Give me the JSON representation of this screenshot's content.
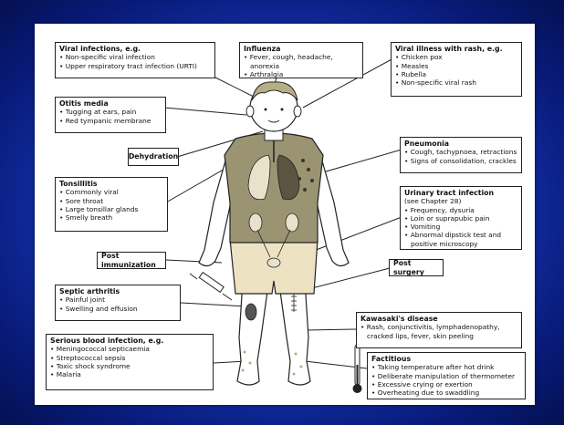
{
  "diagram": {
    "boxes": [
      {
        "key": "viral",
        "title": "Viral infections, e.g.",
        "items": [
          "Non-specific viral infection",
          "Upper respiratory tract infection (URTI)"
        ]
      },
      {
        "key": "influenza",
        "title": "Influenza",
        "items": [
          "Fever, cough, headache, anorexia",
          "Arthralgia"
        ]
      },
      {
        "key": "rash",
        "title": "Viral illness with rash, e.g.",
        "items": [
          "Chicken pox",
          "Measles",
          "Rubella",
          "Non-specific viral rash"
        ]
      },
      {
        "key": "otitis",
        "title": "Otitis media",
        "items": [
          "Tugging at ears, pain",
          "Red tympanic membrane"
        ]
      },
      {
        "key": "pneumonia",
        "title": "Pneumonia",
        "items": [
          "Cough, tachypnoea, retractions",
          "Signs of consolidation, crackles"
        ]
      },
      {
        "key": "dehydration",
        "title": "Dehydration",
        "items": []
      },
      {
        "key": "uti",
        "title": "Urinary tract infection",
        "subtitle": "(see Chapter 28)",
        "items": [
          "Frequency, dysuria",
          "Loin or suprapubic pain",
          "Vomiting",
          "Abnormal dipstick test and positive microscopy"
        ]
      },
      {
        "key": "tonsillitis",
        "title": "Tonsillitis",
        "items": [
          "Commonly viral",
          "Sore throat",
          "Large tonsillar glands",
          "Smelly breath"
        ]
      },
      {
        "key": "immunization",
        "title": "Post immunization",
        "items": []
      },
      {
        "key": "surgery",
        "title": "Post surgery",
        "items": []
      },
      {
        "key": "septic",
        "title": "Septic arthritis",
        "items": [
          "Painful joint",
          "Swelling and effusion"
        ]
      },
      {
        "key": "kawasaki",
        "title": "Kawasaki's disease",
        "items": [
          "Rash, conjunctivitis, lymphadenopathy, cracked lips, fever, skin peeling"
        ]
      },
      {
        "key": "blood",
        "title": "Serious blood infection, e.g.",
        "items": [
          "Meningococcal septicaemia",
          "Streptococcal sepsis",
          "Toxic shock syndrome",
          "Malaria"
        ]
      },
      {
        "key": "factitious",
        "title": "Factitious",
        "items": [
          "Taking temperature after hot drink",
          "Deliberate manipulation of thermometer",
          "Excessive crying or exertion",
          "Overheating due to swaddling"
        ]
      }
    ]
  },
  "colors": {
    "background": "#1638b8",
    "torso_fill": "#9a9472",
    "shorts_fill": "#ede2c2",
    "skin": "#ffffff",
    "outline": "#222222"
  }
}
